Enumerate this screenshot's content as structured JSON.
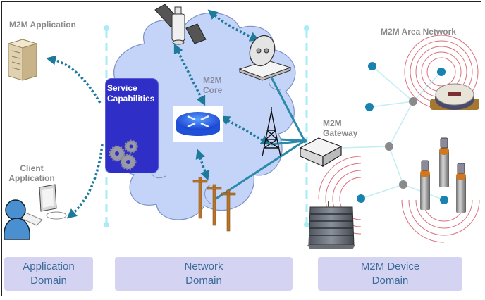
{
  "diagram": {
    "title": "M2M Architecture",
    "labels": {
      "m2m_application": "M2M Application",
      "client_application_line1": "Client",
      "client_application_line2": "Application",
      "service_capabilities_line1": "Service",
      "service_capabilities_line2": "Capabilities",
      "m2m_core_line1": "M2M",
      "m2m_core_line2": "Core",
      "m2m_gateway_line1": "M2M",
      "m2m_gateway_line2": "Gateway",
      "m2m_area_network": "M2M Area Network"
    },
    "domains": [
      {
        "line1": "Application",
        "line2": "Domain"
      },
      {
        "line1": "Network",
        "line2": "Domain"
      },
      {
        "line1": "M2M Device",
        "line2": "Domain"
      }
    ],
    "icons": [
      "server-icon",
      "client-user-icon",
      "monitor-icon",
      "gears-icon",
      "satellite-icon",
      "satellite-dish-icon",
      "router-icon",
      "cell-tower-icon",
      "power-poles-icon",
      "gateway-box-icon",
      "water-meter-icon",
      "gas-cylinders-icon",
      "tank-icon"
    ],
    "colors": {
      "cloud_fill": "#c4d4f8",
      "cloud_stroke": "#7d92c8",
      "service_box": "#2f2fc8",
      "dotted_arrow": "#1d7a9a",
      "solid_link": "#2a8aa8",
      "node_blue": "#1a82b0",
      "node_gray": "#8a8a8a",
      "wireless_rings": "#d04050",
      "domain_box": "#d4d4f2",
      "domain_text": "#3c6a9a",
      "label_gray": "#8a8a8a"
    }
  }
}
